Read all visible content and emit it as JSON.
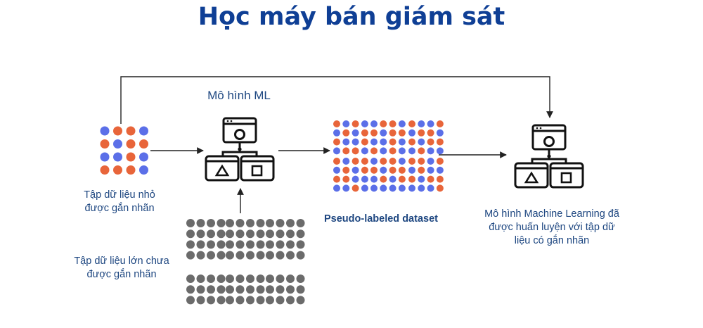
{
  "title": "Học máy bán giám sát",
  "labels": {
    "small_labeled": "Tập dữ liệu nhỏ\nđược gắn nhãn",
    "large_unlabeled": "Tập dữ liệu lớn chưa\nđược gắn nhãn",
    "model_ml": "Mô hình ML",
    "pseudo_labeled": "Pseudo-labeled dataset",
    "trained_model": "Mô hình Machine Learning đã\nđược huấn luyện với tập dữ\nliệu có gắn nhãn"
  },
  "colors": {
    "title": "#0f3f95",
    "label": "#1d4680",
    "dot_blue": "#5b6fe8",
    "dot_orange": "#e8653a",
    "dot_gray": "#6b6b6b",
    "line": "#222222"
  },
  "icons": {
    "model": "ml-model-icon",
    "trained_model": "ml-model-icon",
    "arrow": "arrow-right-icon"
  }
}
